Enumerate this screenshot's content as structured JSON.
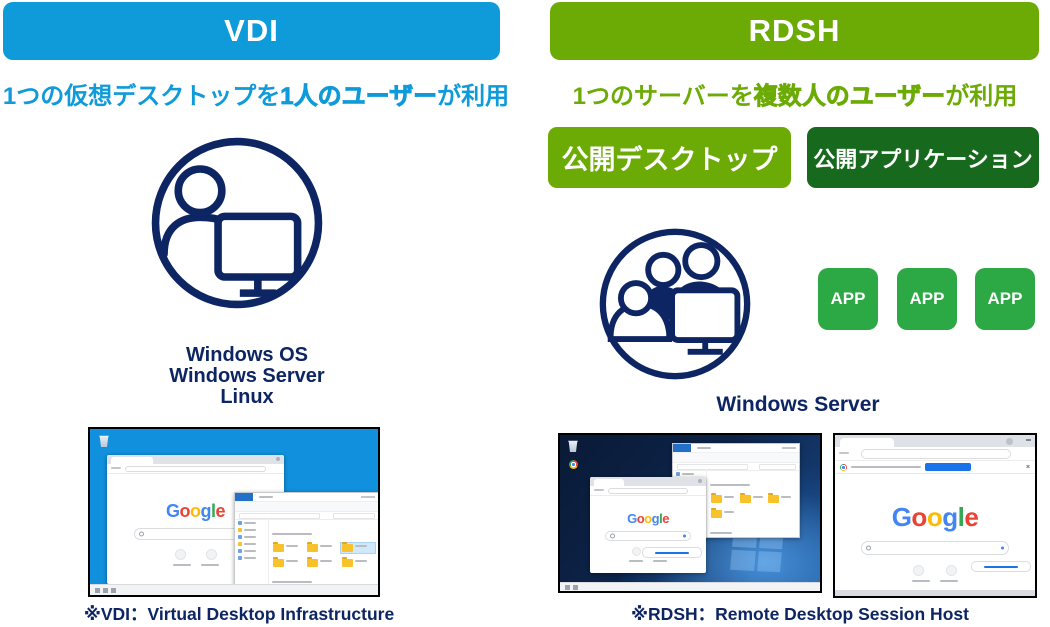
{
  "palette": {
    "vdi_blue": "#0f9ad9",
    "rdsh_green": "#6cab05",
    "dark_green": "#17691d",
    "app_green": "#2ca944",
    "navy": "#0d2563",
    "win_blue": "#1090dd"
  },
  "vdi": {
    "title": "VDI",
    "subtitle": {
      "pre": "1つの仮想デスクトップを",
      "em": "1人のユーザー",
      "post": "が利用"
    },
    "icon": "single-user-with-monitor-icon",
    "os_labels": [
      "Windows OS",
      "Windows Server",
      "Linux"
    ],
    "caption": "※VDI：Virtual Desktop Infrastructure"
  },
  "rdsh": {
    "title": "RDSH",
    "subtitle": {
      "pre": "1つのサーバーを",
      "em": "複数人のユーザー",
      "post": "が利用"
    },
    "published_desktop_label": "公開デスクトップ",
    "published_app_label": "公開アプリケーション",
    "icon": "multi-user-with-monitor-icon",
    "app_boxes": [
      "APP",
      "APP",
      "APP"
    ],
    "server_label": "Windows Server",
    "caption": "※RDSH：Remote Desktop Session Host"
  },
  "screenshots": {
    "google_letters": [
      {
        "ch": "G",
        "color": "#4285F4"
      },
      {
        "ch": "o",
        "color": "#EA4335"
      },
      {
        "ch": "o",
        "color": "#FBBC05"
      },
      {
        "ch": "g",
        "color": "#4285F4"
      },
      {
        "ch": "l",
        "color": "#34A853"
      },
      {
        "ch": "e",
        "color": "#EA4335"
      }
    ]
  }
}
